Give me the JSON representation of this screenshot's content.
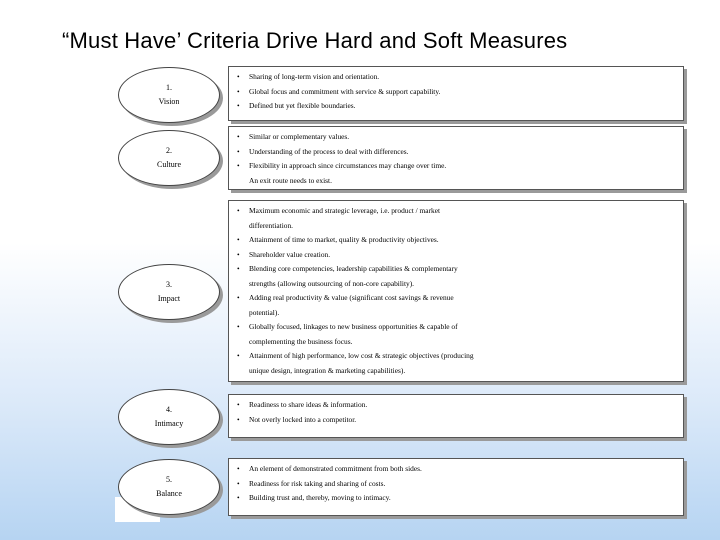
{
  "title": "“Must Have’ Criteria Drive Hard and Soft Measures",
  "criteria": [
    {
      "number": "1.",
      "label": "Vision",
      "bullets": [
        {
          "bullet": "•",
          "text": "Sharing of long-term vision and orientation."
        },
        {
          "bullet": "•",
          "text": "Global focus and commitment with service & support capability."
        },
        {
          "bullet": "•",
          "text": "Defined but yet flexible boundaries."
        }
      ]
    },
    {
      "number": "2.",
      "label": "Culture",
      "bullets": [
        {
          "bullet": "•",
          "text": "Similar or complementary values."
        },
        {
          "bullet": "•",
          "text": "Understanding of the process to deal with differences."
        },
        {
          "bullet": "•",
          "text": "Flexibility in approach since circumstances may change over time."
        },
        {
          "bullet": "",
          "text": "An exit route needs to exist."
        }
      ]
    },
    {
      "number": "3.",
      "label": "Impact",
      "bullets": [
        {
          "bullet": "•",
          "text": "Maximum economic and strategic leverage, i.e. product / market"
        },
        {
          "bullet": "",
          "text": "differentiation."
        },
        {
          "bullet": "•",
          "text": "Attainment of time to market, quality & productivity objectives."
        },
        {
          "bullet": "•",
          "text": "Shareholder value creation."
        },
        {
          "bullet": "•",
          "text": "Blending core competencies, leadership capabilities & complementary"
        },
        {
          "bullet": "",
          "text": "strengths (allowing outsourcing of non-core capability)."
        },
        {
          "bullet": "•",
          "text": "Adding real productivity & value (significant cost savings & revenue"
        },
        {
          "bullet": "",
          "text": "potential)."
        },
        {
          "bullet": "•",
          "text": "Globally focused, linkages to new business opportunities & capable of"
        },
        {
          "bullet": "",
          "text": "complementing the business focus."
        },
        {
          "bullet": "•",
          "text": "Attainment of high performance, low cost & strategic objectives (producing"
        },
        {
          "bullet": "",
          "text": "unique design, integration & marketing capabilities)."
        }
      ]
    },
    {
      "number": "4.",
      "label": "Intimacy",
      "bullets": [
        {
          "bullet": "•",
          "text": "Readiness to share ideas & information."
        },
        {
          "bullet": "•",
          "text": "Not overly locked into a competitor."
        }
      ]
    },
    {
      "number": "5.",
      "label": "Balance",
      "bullets": [
        {
          "bullet": "•",
          "text": "An element of demonstrated commitment from both sides."
        },
        {
          "bullet": "•",
          "text": "Readiness for risk taking and sharing of costs."
        },
        {
          "bullet": "•",
          "text": "Building trust and, thereby, moving to intimacy."
        }
      ]
    }
  ]
}
